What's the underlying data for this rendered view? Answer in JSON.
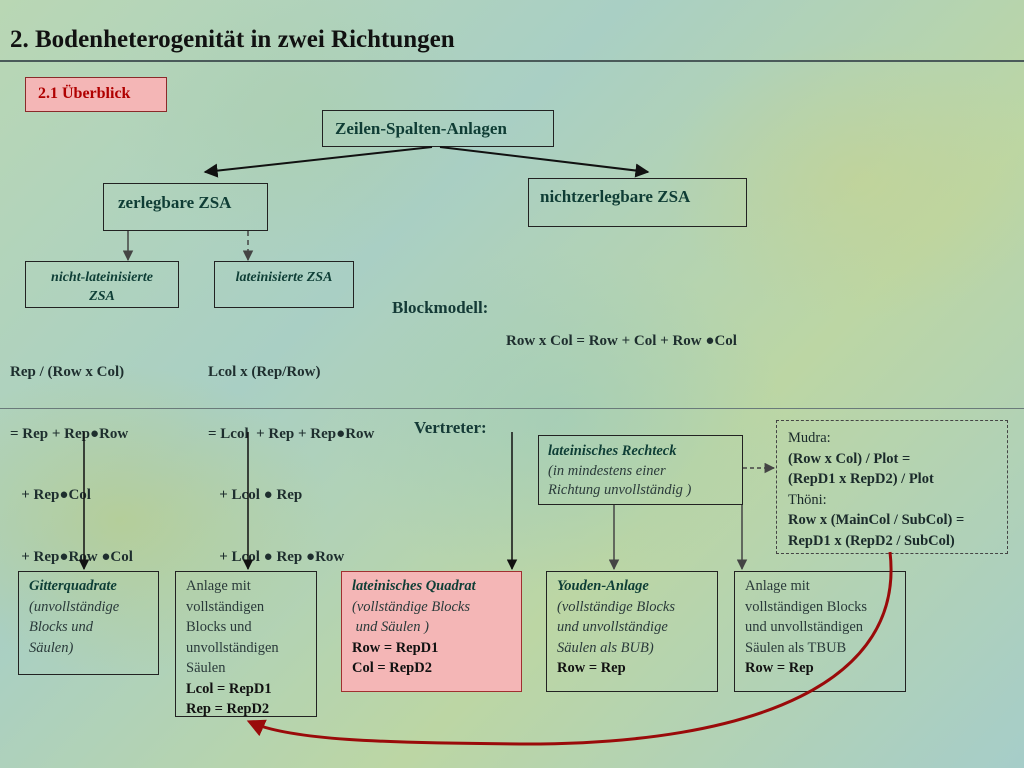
{
  "title": "2. Bodenheterogenität in zwei Richtungen",
  "section": "2.1   Überblick",
  "root": "Zeilen-Spalten-Anlagen",
  "left_node": "zerlegbare ZSA",
  "right_node": "nichtzerlegbare ZSA",
  "sub_left": [
    "nicht-lateinisierte",
    "ZSA"
  ],
  "sub_right": "lateinisierte ZSA",
  "blockmodell_label": "Blockmodell:",
  "formula_left": [
    "Rep / (Row x Col)",
    "= Rep + Rep●Row",
    "   + Rep●Col",
    "   + Rep●Row ●Col"
  ],
  "formula_mid": [
    "Lcol x (Rep/Row)",
    "= Lcol  + Rep + Rep●Row",
    "   + Lcol ● Rep",
    "   + Lcol ● Rep ●Row"
  ],
  "formula_right": "Row x Col = Row + Col + Row ●Col",
  "vertreter_label": "Vertreter:",
  "lat_rechteck": {
    "title": "lateinisches Rechteck",
    "lines": [
      "(in mindestens einer",
      "Richtung unvollständig )"
    ]
  },
  "mudra": {
    "lines": [
      "Mudra:",
      "(Row x Col) / Plot =",
      "(RepD1 x RepD2) / Plot",
      "Thöni:",
      "Row x (MainCol / SubCol) =",
      "RepD1 x (RepD2 / SubCol)"
    ]
  },
  "cards": [
    {
      "lines": [
        "Gitterquadrate",
        "(unvollständige",
        "Blocks und",
        "Säulen)"
      ]
    },
    {
      "lines": [
        "Anlage mit",
        "vollständigen",
        "Blocks und",
        "unvollständigen",
        "Säulen",
        "Lcol = RepD1",
        "Rep = RepD2"
      ]
    },
    {
      "lines": [
        "lateinisches Quadrat",
        "(vollständige Blocks",
        " und Säulen )",
        "Row = RepD1",
        "Col = RepD2"
      ]
    },
    {
      "lines": [
        "Youden-Anlage",
        "(vollständige Blocks",
        "und unvollständige",
        "Säulen als BUB)",
        "Row = Rep"
      ]
    },
    {
      "lines": [
        "Anlage mit",
        "vollständigen Blocks",
        "und unvollständigen",
        "Säulen als TBUB",
        "Row = Rep"
      ]
    }
  ],
  "colors": {
    "accent_red": "#b00000",
    "highlight_fill": "#f4b6b6",
    "curve": "#9a0a0a"
  }
}
